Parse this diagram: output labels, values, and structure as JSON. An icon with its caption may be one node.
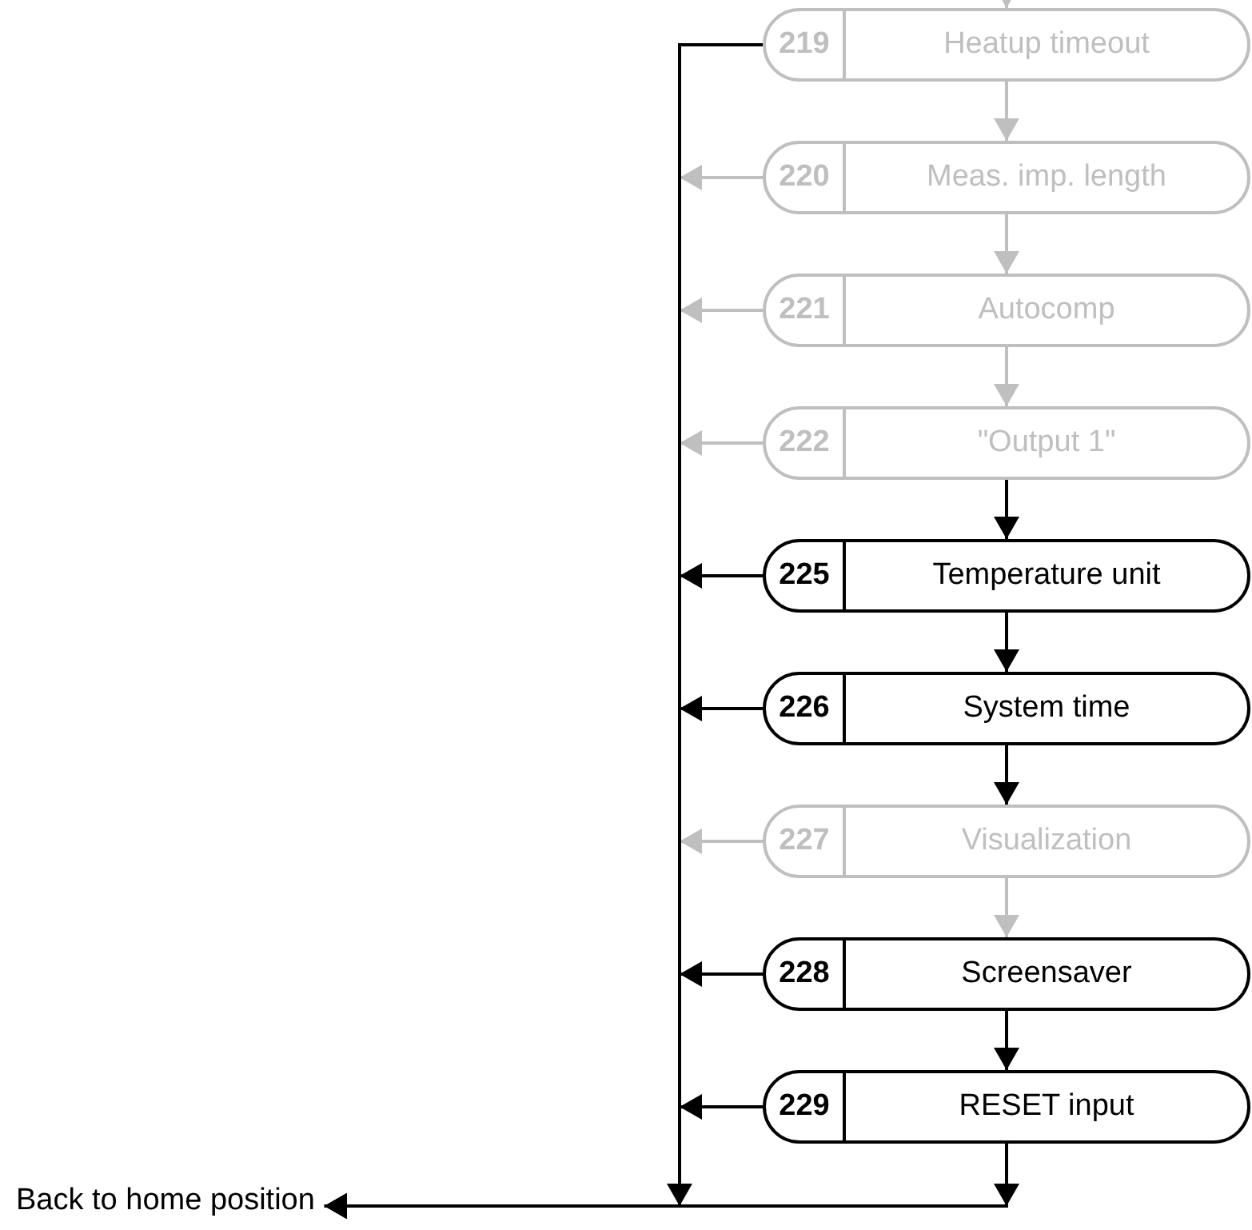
{
  "diagram": {
    "nodes": [
      {
        "text": [
          "219",
          "Heatup timeout"
        ]
      },
      {
        "text": [
          "220",
          "Meas. imp. length"
        ]
      },
      {
        "text": [
          "221",
          "Autocomp"
        ]
      },
      {
        "text": [
          "222",
          "\"Output 1\""
        ]
      },
      {
        "text": [
          "225",
          "Temperature unit"
        ]
      },
      {
        "text": [
          "226",
          "System time"
        ]
      },
      {
        "text": [
          "227",
          "Visualization"
        ]
      },
      {
        "text": [
          "228",
          "Screensaver"
        ]
      },
      {
        "text": [
          "229",
          "RESET input"
        ]
      },
      {
        "text": [
          "Back to home position"
        ]
      }
    ],
    "edges": [
      {
        "from": null,
        "to": 0,
        "arrow": "to",
        "color": "#bfbfbf"
      },
      {
        "from": 0,
        "to": 1,
        "arrow": "to",
        "color": "#bfbfbf"
      },
      {
        "from": 1,
        "to": 2,
        "arrow": "to",
        "color": "#bfbfbf"
      },
      {
        "from": 2,
        "to": 3,
        "arrow": "to",
        "color": "#bfbfbf"
      },
      {
        "from": 3,
        "to": 4,
        "arrow": "to"
      },
      {
        "from": 4,
        "to": 5,
        "arrow": "to"
      },
      {
        "from": 5,
        "to": 6,
        "arrow": "to"
      },
      {
        "from": 6,
        "to": 7,
        "arrow": "to",
        "color": "#bfbfbf"
      },
      {
        "from": 7,
        "to": 8,
        "arrow": "to"
      },
      {
        "from": 8,
        "to": 9,
        "arrow": "to"
      },
      {
        "from": 0,
        "to": 9,
        "arrow": "to"
      },
      {
        "from": 1,
        "to": 9,
        "arrow": "to",
        "color": "#bfbfbf"
      },
      {
        "from": 2,
        "to": 9,
        "arrow": "to",
        "color": "#bfbfbf"
      },
      {
        "from": 3,
        "to": 9,
        "arrow": "to",
        "color": "#bfbfbf"
      },
      {
        "from": 4,
        "to": 9,
        "arrow": "to"
      },
      {
        "from": 5,
        "to": 9,
        "arrow": "to"
      },
      {
        "from": 6,
        "to": 9,
        "arrow": "to",
        "color": "#bfbfbf"
      },
      {
        "from": 7,
        "to": 9,
        "arrow": "to"
      },
      {
        "from": 8,
        "to": 9,
        "arrow": "to"
      }
    ]
  }
}
